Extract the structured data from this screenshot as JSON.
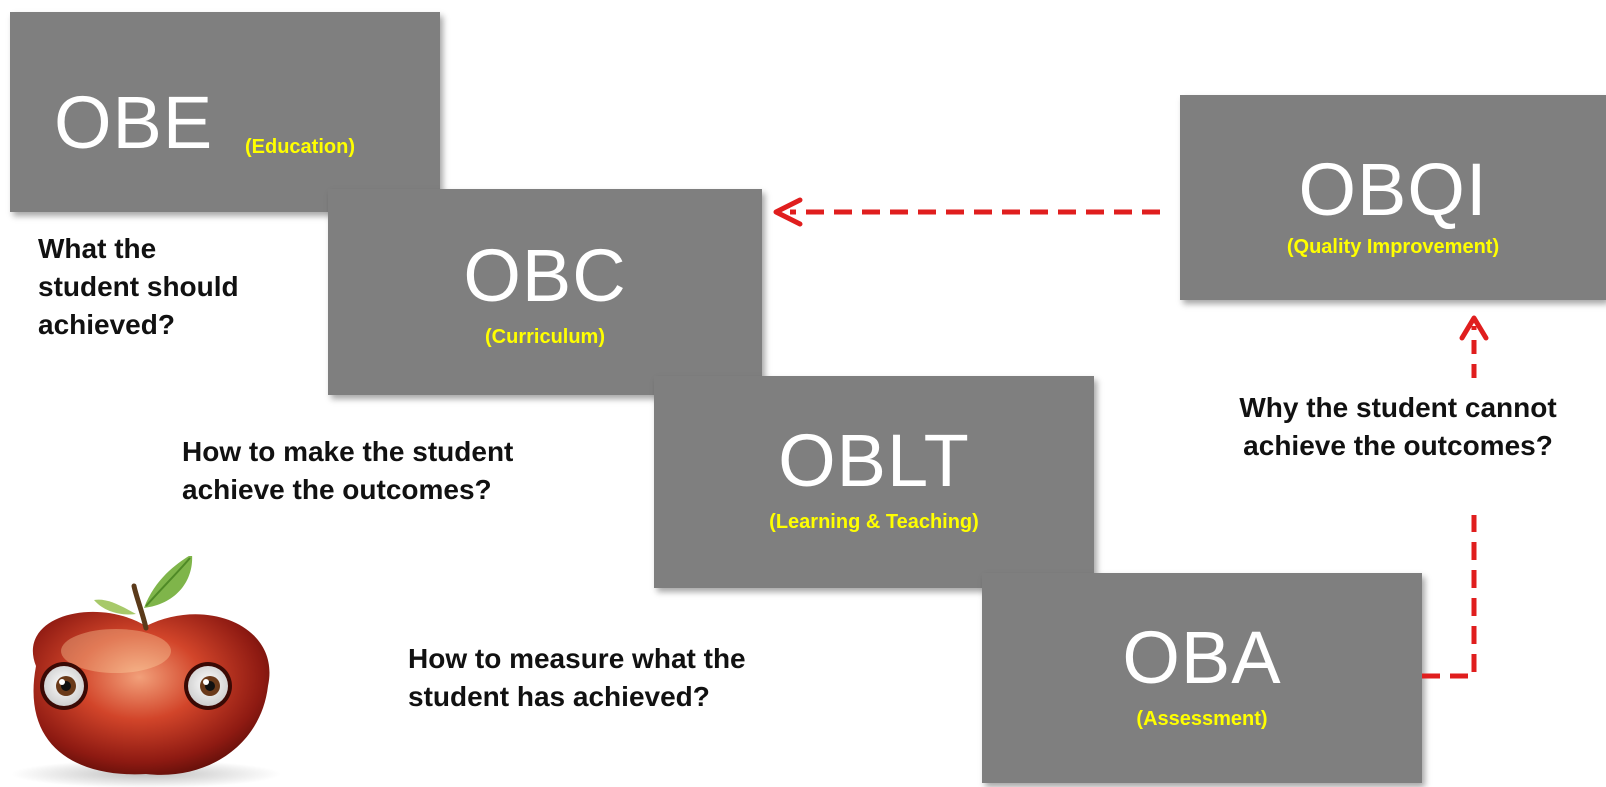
{
  "colors": {
    "box_fill": "#7f7f7f",
    "box_text": "#ffffff",
    "subtitle": "#ffff00",
    "arrow": "#e01e1e",
    "question_text": "#111111"
  },
  "boxes": {
    "obe": {
      "abbr": "OBE",
      "subtitle": "(Education)"
    },
    "obc": {
      "abbr": "OBC",
      "subtitle": "(Curriculum)"
    },
    "oblt": {
      "abbr": "OBLT",
      "subtitle": "(Learning & Teaching)"
    },
    "oba": {
      "abbr": "OBA",
      "subtitle": "(Assessment)"
    },
    "obqi": {
      "abbr": "OBQI",
      "subtitle": "(Quality Improvement)"
    }
  },
  "questions": {
    "obe": [
      "What the",
      "student should",
      "achieved?"
    ],
    "oblt": [
      "How to make the student",
      "achieve the outcomes?"
    ],
    "oba": [
      "How to measure what the",
      "student has achieved?"
    ],
    "obqi": [
      "Why the student cannot",
      "achieve the outcomes?"
    ]
  },
  "icons": {
    "mascot": "apple-with-eyes-icon",
    "arrow_left": "dashed-arrow-left-icon",
    "arrow_up": "dashed-arrow-up-icon"
  }
}
